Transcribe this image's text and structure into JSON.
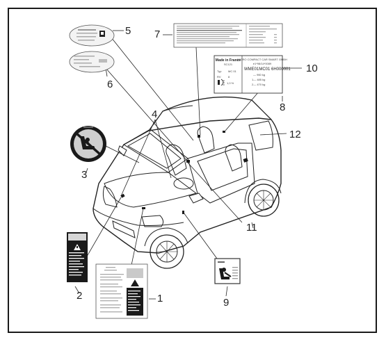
{
  "callouts": {
    "n1": "1",
    "n2": "2",
    "n3": "3",
    "n4": "4",
    "n5": "5",
    "n6": "6",
    "n7": "7",
    "n8": "8",
    "n9": "9",
    "n10": "10",
    "n11": "11",
    "n12": "12"
  },
  "label_10": {
    "brand_line1": "Made in France",
    "brand_line2": "SC121",
    "typ_key": "Typ",
    "typ_val": "MC 01",
    "rev_key": "RV",
    "rev_val": "8",
    "percent": "1,0 %",
    "maker": "MICRO COMPACT CAR SMART GMBH",
    "maker_code": "e1*98/14*0089",
    "vin": "WME01MC01 6H000001",
    "w1": "— 960 kg",
    "w2": "1— 485 kg",
    "w3": "2— 470 kg"
  },
  "colors": {
    "line": "#222222",
    "dark": "#1a1a1a",
    "grey": "#8a8a8a",
    "light": "#e8e8e8",
    "airbag_bg": "#c9c9c9"
  }
}
